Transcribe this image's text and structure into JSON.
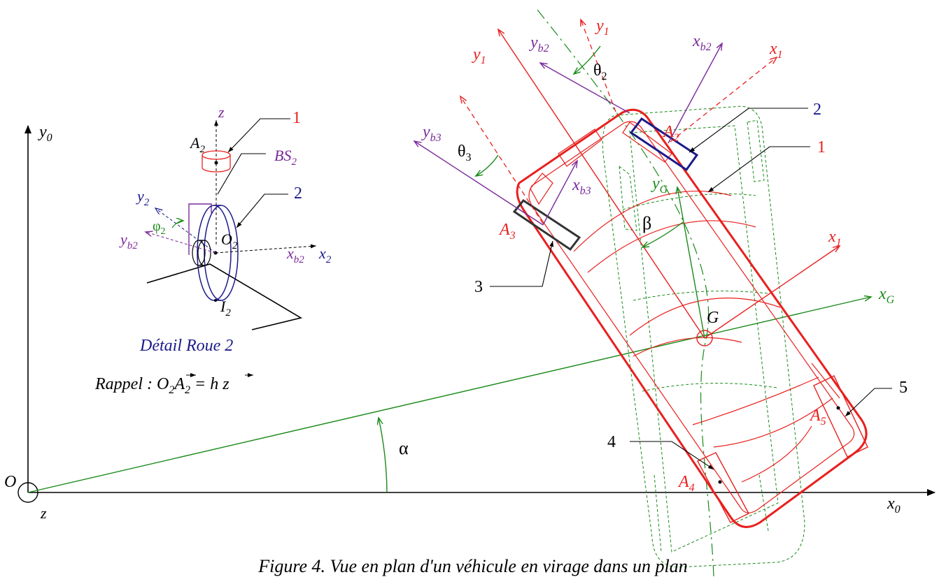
{
  "colors": {
    "red": "#e8201e",
    "green": "#1a8a1a",
    "purple": "#7a2a9a",
    "navy": "#1a1a8a",
    "black": "#000000",
    "dark_green": "#168016"
  },
  "main_frame": {
    "origin": "O",
    "z": "z",
    "x0": "x",
    "x0_sub": "0",
    "y0": "y",
    "y0_sub": "0"
  },
  "angles": {
    "alpha": "α",
    "beta": "β",
    "theta2": "θ",
    "theta2_sub": "2",
    "theta3": "θ",
    "theta3_sub": "3",
    "phi2": "φ",
    "phi2_sub": "2"
  },
  "car_frame": {
    "G": "G",
    "xG": "x",
    "xG_sub": "G",
    "yG": "y",
    "yG_sub": "G",
    "x1": "x",
    "x1_sub": "1",
    "y1": "y",
    "y1_sub": "1"
  },
  "wheel_frames": {
    "xb2": "x",
    "xb2_sub": "b2",
    "yb2": "y",
    "yb2_sub": "b2",
    "xb3": "x",
    "xb3_sub": "b3",
    "yb3": "y",
    "yb3_sub": "b3",
    "x1_dashed": "x",
    "x1_dashed_sub": "1",
    "y1_dashed": "y",
    "y1_dashed_sub": "1"
  },
  "points": {
    "A2": "A",
    "A2_sub": "2",
    "A3": "A",
    "A3_sub": "3",
    "A4": "A",
    "A4_sub": "4",
    "A5": "A",
    "A5_sub": "5"
  },
  "part_numbers": {
    "n1": "1",
    "n2": "2",
    "n3": "3",
    "n4": "4",
    "n5": "5"
  },
  "detail": {
    "z": "z",
    "n1": "1",
    "n2": "2",
    "A2": "A",
    "A2_sub": "2",
    "BS2": "BS",
    "BS2_sub": "2",
    "y2": "y",
    "y2_sub": "2",
    "phi2": "φ",
    "phi2_sub": "2",
    "yb2": "y",
    "yb2_sub": "b2",
    "O2": "O",
    "O2_sub": "2",
    "xb2": "x",
    "xb2_sub": "b2",
    "x2": "x",
    "x2_sub": "2",
    "I2": "I",
    "I2_sub": "2",
    "title": "Détail Roue 2",
    "reminder_prefix": "Rappel : ",
    "reminder_O": "O",
    "reminder_O_sub": "2",
    "reminder_A": "A",
    "reminder_A_sub": "2",
    "reminder_eq": " = h ",
    "reminder_z": "z"
  },
  "caption": "Figure 4. Vue en plan d'un véhicule en virage dans un plan"
}
